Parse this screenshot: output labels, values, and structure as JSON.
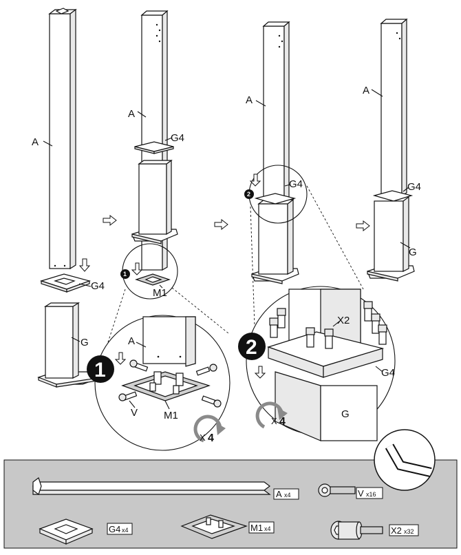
{
  "labels": {
    "a": "A",
    "g": "G",
    "g4": "G4",
    "m1": "M1",
    "v": "V",
    "x2": "X2"
  },
  "steps": [
    "1",
    "2"
  ],
  "rotate": {
    "times": "X",
    "count": "4"
  },
  "parts_list": [
    {
      "code": "A",
      "qty": "x4"
    },
    {
      "code": "V",
      "qty": "x16"
    },
    {
      "code": "G4",
      "qty": "x4"
    },
    {
      "code": "M1",
      "qty": "x4"
    },
    {
      "code": "X2",
      "qty": "x32"
    }
  ],
  "colors": {
    "tray_bg": "#c8c8c8",
    "part_fill": "#ffffff",
    "shade": "#e9e9e9",
    "rotate_arrow": "#8a8a8a",
    "step_badge": "#111111"
  },
  "icons": [
    "hex-key-icon",
    "rotate-arrow-icon",
    "down-arrow-icon",
    "right-arrow-icon"
  ]
}
